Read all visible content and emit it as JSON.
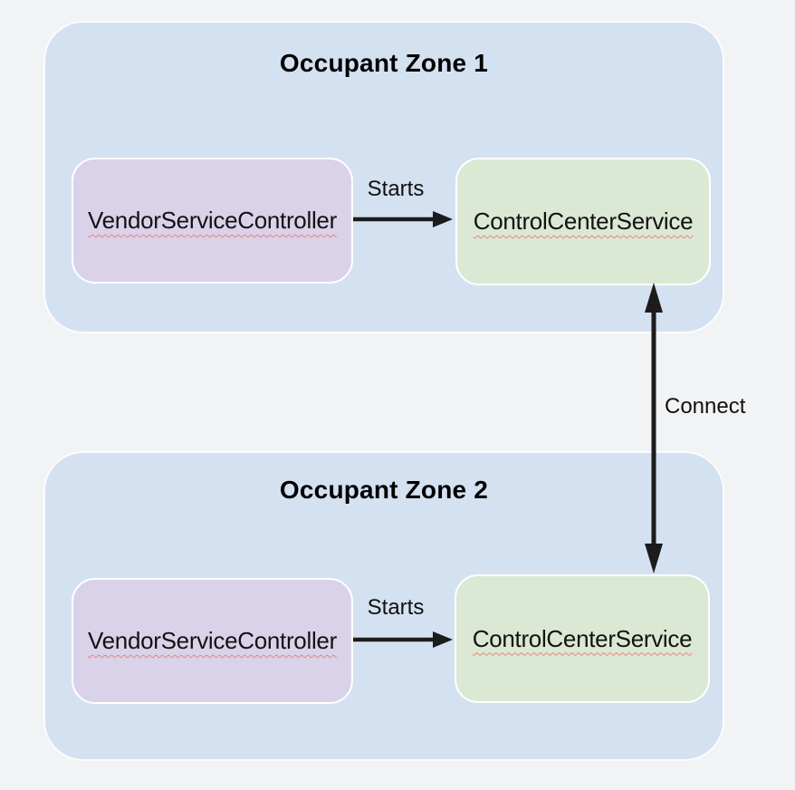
{
  "diagram": {
    "zones": [
      {
        "title": "Occupant Zone 1",
        "controller_label": "VendorServiceController",
        "service_label": "ControlCenterService",
        "starts_label": "Starts"
      },
      {
        "title": "Occupant Zone 2",
        "controller_label": "VendorServiceController",
        "service_label": "ControlCenterService",
        "starts_label": "Starts"
      }
    ],
    "connect_label": "Connect",
    "colors": {
      "page_bg": "#f1f3f4",
      "zone_fill": "#d4e1f1",
      "controller_fill": "#d9d2e9",
      "service_fill": "#dbe8d3",
      "arrow_color": "#1c1c1c",
      "text_color": "#121212",
      "spell_color": "#e8847a",
      "box_border": "#ffffff"
    }
  }
}
